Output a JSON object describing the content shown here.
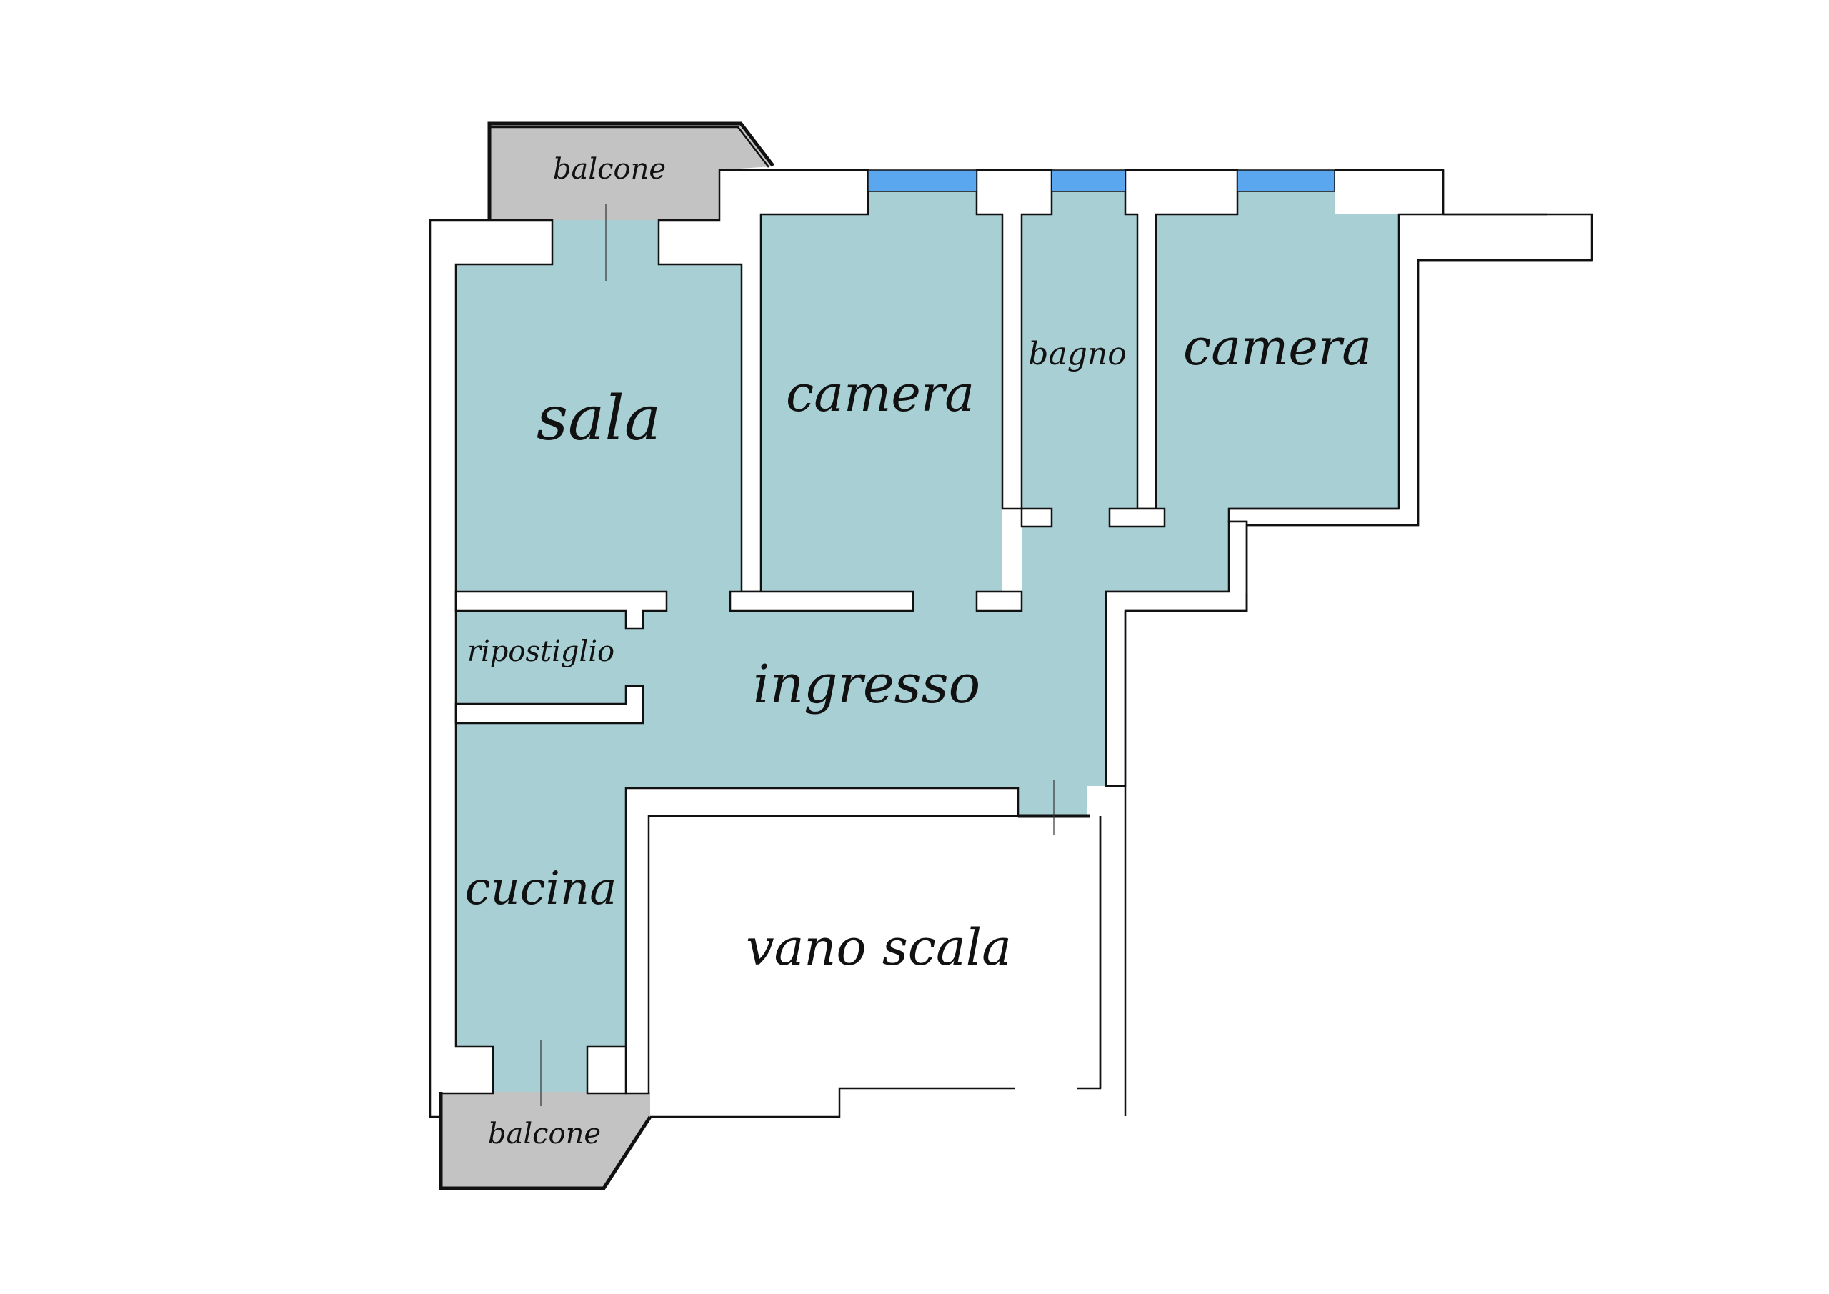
{
  "rooms": {
    "sala": "sala",
    "camera_left": "camera",
    "bagno": "bagno",
    "camera_right": "camera",
    "ripostiglio": "ripostiglio",
    "ingresso": "ingresso",
    "cucina": "cucina",
    "vano_scala": "vano scala",
    "balcone_top": "balcone",
    "balcone_bottom": "balcone"
  },
  "colors": {
    "room_fill": "#a7cfd4",
    "balcony_fill": "#c3c3c3",
    "window": "#5aa6ef",
    "wall": "#ffffff",
    "outline": "#111111"
  }
}
